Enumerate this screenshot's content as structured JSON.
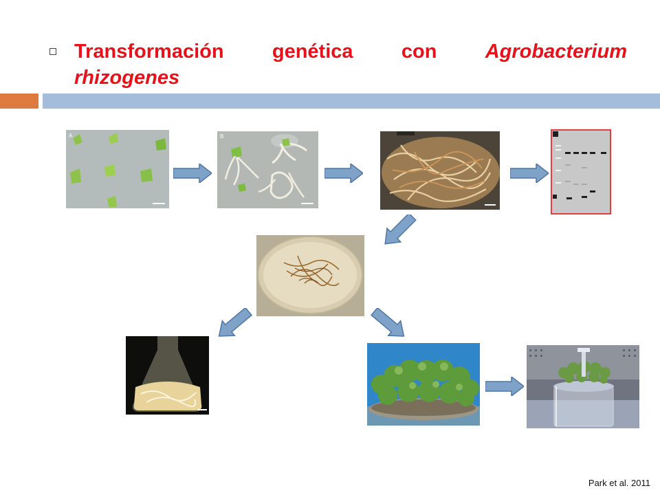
{
  "slide": {
    "title_word1": "Transformación",
    "title_word2": "genética",
    "title_word3": "con",
    "title_word4": "Agrobacterium",
    "title_word5": "rhizogenes",
    "credit": "Park et al. 2011"
  },
  "panels": {
    "a_label": "A",
    "b_label": "B"
  },
  "colors": {
    "title": "#e8101a",
    "bar_orange": "#dd7a3d",
    "bar_blue": "#a3bddb",
    "arrow_fill": "#7fa2c9",
    "arrow_stroke": "#4f76a3"
  },
  "icons": [
    "bullet-square-icon",
    "arrow-right-icon",
    "arrow-down-left-icon",
    "arrow-down-right-icon"
  ]
}
